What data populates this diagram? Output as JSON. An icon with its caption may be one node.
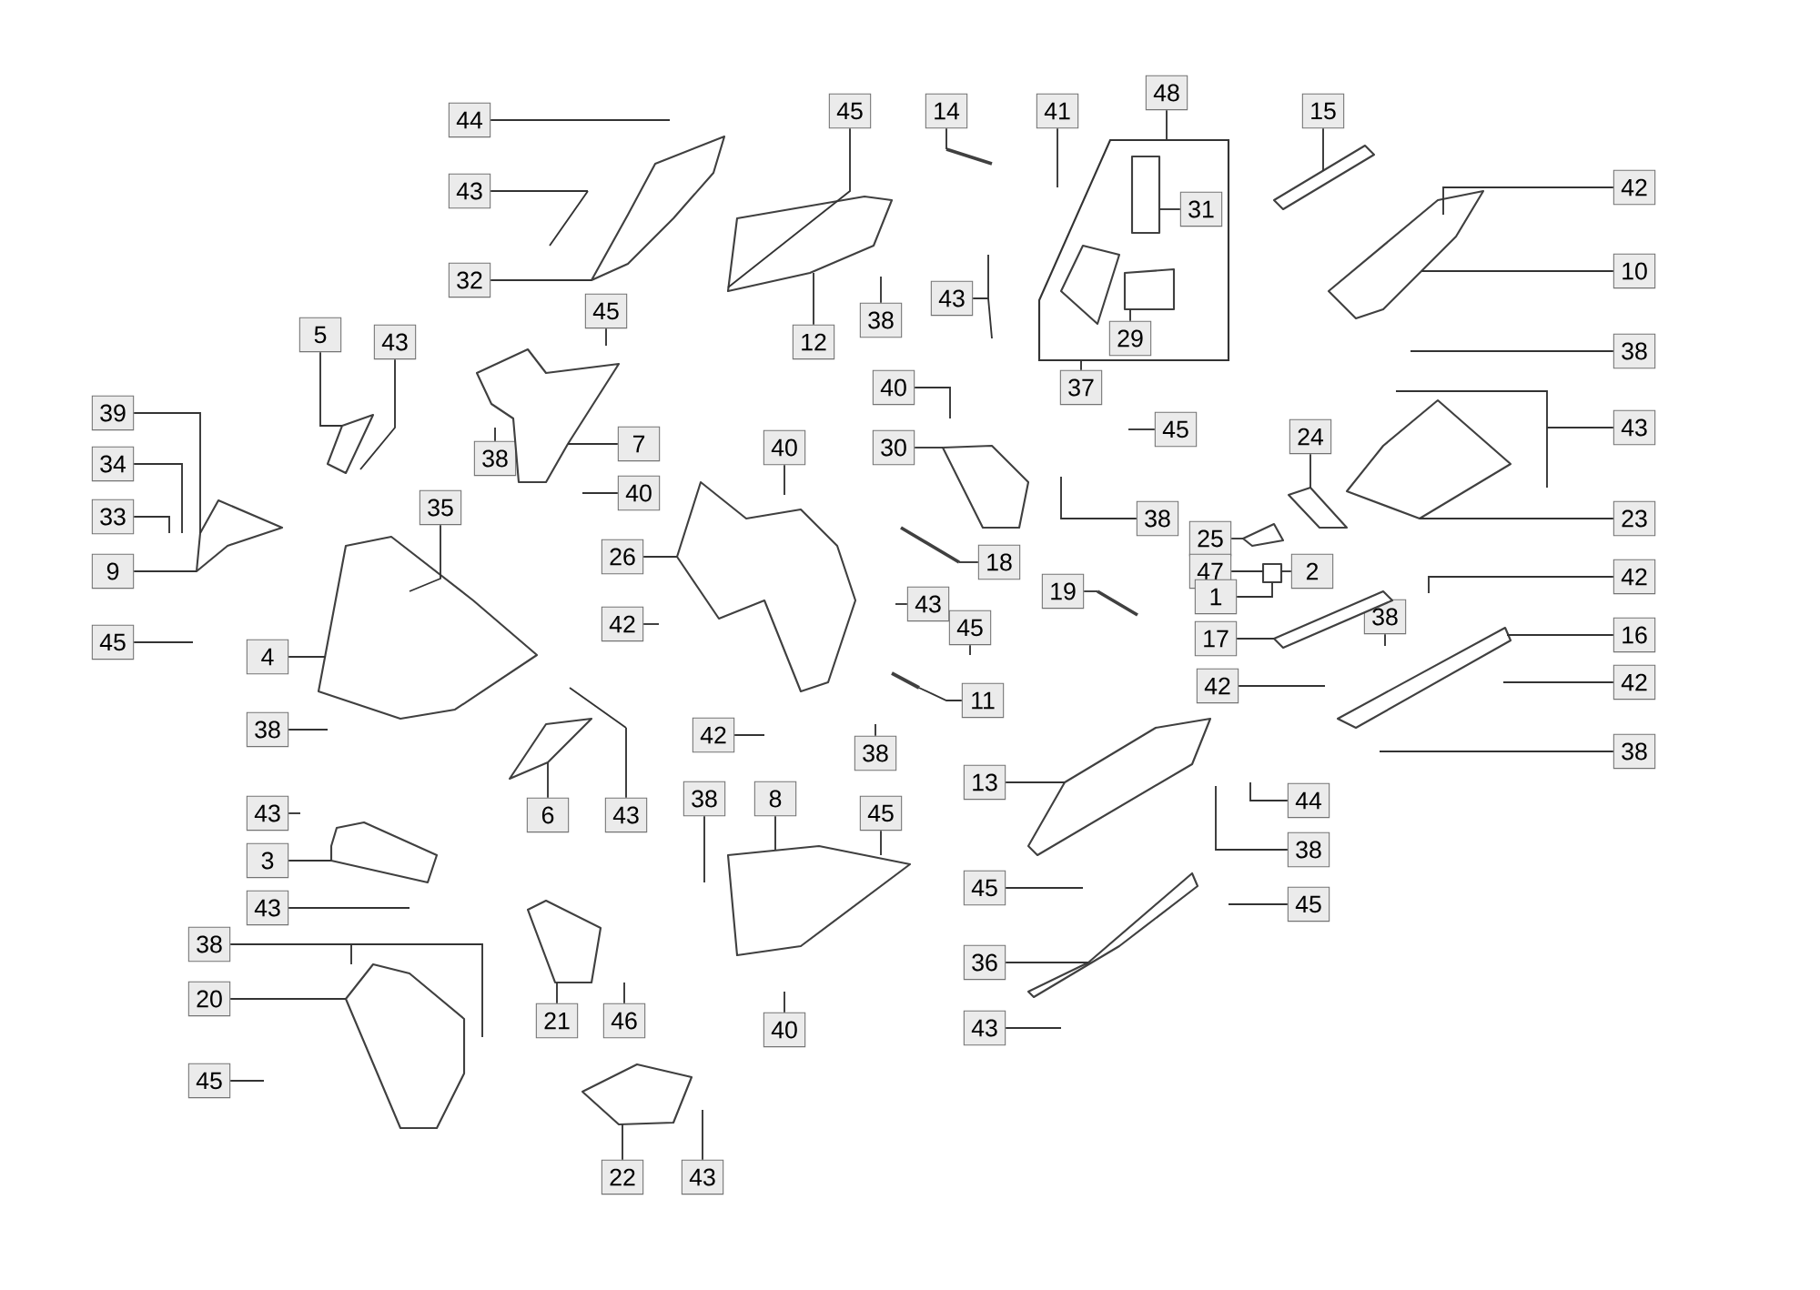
{
  "diagram": {
    "nodes": [
      {
        "text": [],
        "shape": "box"
      },
      {
        "text": [
          "44"
        ]
      },
      {
        "text": [
          "45"
        ]
      },
      {
        "text": [
          "14"
        ]
      },
      {
        "text": [
          "41"
        ]
      },
      {
        "text": [
          "48"
        ]
      },
      {
        "text": [
          "15"
        ]
      },
      {
        "text": [
          "42"
        ]
      },
      {
        "text": [
          "43"
        ]
      },
      {
        "text": [
          "31"
        ],
        "in": 0
      },
      {
        "text": [
          "10"
        ]
      },
      {
        "text": [
          "32"
        ]
      },
      {
        "text": [
          "12"
        ]
      },
      {
        "text": [
          "38"
        ]
      },
      {
        "text": [
          "43"
        ]
      },
      {
        "text": [
          "29"
        ],
        "in": 0
      },
      {
        "text": [
          "5"
        ]
      },
      {
        "text": [
          "43"
        ]
      },
      {
        "text": [
          "45"
        ]
      },
      {
        "text": [
          "38"
        ]
      },
      {
        "text": [
          "37"
        ]
      },
      {
        "text": [
          "40"
        ]
      },
      {
        "text": [
          "24"
        ]
      },
      {
        "text": [
          "45"
        ]
      },
      {
        "text": [
          "43"
        ]
      },
      {
        "text": [
          "39"
        ]
      },
      {
        "text": [
          "7"
        ]
      },
      {
        "text": [
          "30"
        ]
      },
      {
        "text": [
          "40"
        ]
      },
      {
        "text": [
          "34"
        ]
      },
      {
        "text": [
          "38"
        ]
      },
      {
        "text": [
          "35"
        ]
      },
      {
        "text": [
          "40"
        ]
      },
      {
        "text": [
          "33"
        ]
      },
      {
        "text": [
          "38"
        ]
      },
      {
        "text": [
          "18"
        ]
      },
      {
        "text": [
          "23"
        ]
      },
      {
        "text": [
          "26"
        ]
      },
      {
        "text": [
          "9"
        ]
      },
      {
        "text": [
          "25"
        ]
      },
      {
        "text": [
          "47"
        ]
      },
      {
        "text": [
          "2"
        ]
      },
      {
        "text": [
          "19"
        ]
      },
      {
        "text": [
          "1"
        ]
      },
      {
        "text": [
          "42"
        ]
      },
      {
        "text": [
          "43"
        ]
      },
      {
        "text": [
          "42"
        ]
      },
      {
        "text": [
          "17"
        ]
      },
      {
        "text": [
          "38"
        ]
      },
      {
        "text": [
          "16"
        ]
      },
      {
        "text": [
          "45"
        ]
      },
      {
        "text": [
          "45"
        ]
      },
      {
        "text": [
          "4"
        ]
      },
      {
        "text": [
          "42"
        ]
      },
      {
        "text": [
          "42"
        ]
      },
      {
        "text": [
          "11"
        ]
      },
      {
        "text": [
          "38"
        ]
      },
      {
        "text": [
          "42"
        ]
      },
      {
        "text": [
          "38"
        ]
      },
      {
        "text": [
          "38"
        ]
      },
      {
        "text": [
          "6"
        ]
      },
      {
        "text": [
          "43"
        ]
      },
      {
        "text": [
          "13"
        ]
      },
      {
        "text": [
          "44"
        ]
      },
      {
        "text": [
          "38"
        ]
      },
      {
        "text": [
          "8"
        ]
      },
      {
        "text": [
          "45"
        ]
      },
      {
        "text": [
          "43"
        ]
      },
      {
        "text": [
          "3"
        ]
      },
      {
        "text": [
          "38"
        ]
      },
      {
        "text": [
          "43"
        ]
      },
      {
        "text": [
          "45"
        ]
      },
      {
        "text": [
          "45"
        ]
      },
      {
        "text": [
          "38"
        ]
      },
      {
        "text": [
          "36"
        ]
      },
      {
        "text": [
          "20"
        ]
      },
      {
        "text": [
          "21"
        ]
      },
      {
        "text": [
          "46"
        ]
      },
      {
        "text": [
          "40"
        ]
      },
      {
        "text": [
          "43"
        ]
      },
      {
        "text": [
          "45"
        ]
      },
      {
        "text": [
          "22"
        ]
      },
      {
        "text": [
          "43"
        ]
      },
      {
        "text": [],
        "shape": "picture"
      },
      {
        "text": [],
        "shape": "picture"
      },
      {
        "text": [],
        "shape": "picture"
      },
      {
        "text": [],
        "shape": "picture"
      },
      {
        "text": [],
        "shape": "picture",
        "in": 0
      },
      {
        "text": [],
        "shape": "picture",
        "in": 0
      },
      {
        "text": [],
        "shape": "picture"
      },
      {
        "text": [],
        "shape": "picture"
      },
      {
        "text": [],
        "shape": "picture"
      },
      {
        "text": [],
        "shape": "picture"
      },
      {
        "text": [],
        "shape": "picture"
      },
      {
        "text": [],
        "shape": "picture"
      },
      {
        "text": [],
        "shape": "picture"
      },
      {
        "text": [],
        "shape": "picture"
      },
      {
        "text": [],
        "shape": "picture"
      },
      {
        "text": [],
        "shape": "picture"
      },
      {
        "text": [],
        "shape": "picture"
      },
      {
        "text": [],
        "shape": "picture"
      },
      {
        "text": [],
        "shape": "picture"
      },
      {
        "text": [],
        "shape": "picture"
      },
      {
        "text": [],
        "shape": "picture"
      },
      {
        "text": [],
        "shape": "picture"
      },
      {
        "text": [],
        "shape": "picture"
      },
      {
        "text": [],
        "shape": "picture"
      },
      {
        "text": [],
        "shape": "picture"
      },
      {
        "text": [],
        "shape": "picture"
      },
      {
        "text": [],
        "shape": "picture"
      },
      {
        "text": [],
        "shape": "picture"
      },
      {
        "text": [],
        "shape": "picture"
      },
      {
        "text": [],
        "shape": "picture"
      }
    ],
    "edges": [
      {
        "from": 1,
        "to": null,
        "arrow": "none"
      },
      {
        "from": 2,
        "to": 84,
        "arrow": "none"
      },
      {
        "from": 3,
        "to": 109,
        "arrow": "none"
      },
      {
        "from": 4,
        "to": null,
        "arrow": "none"
      },
      {
        "from": 5,
        "to": 0,
        "arrow": "none"
      },
      {
        "from": 6,
        "to": 85,
        "arrow": "none"
      },
      {
        "from": 7,
        "to": 86,
        "arrow": "none"
      },
      {
        "from": 8,
        "to": null,
        "arrow": "none"
      },
      {
        "from": 9,
        "to": 87,
        "arrow": "none"
      },
      {
        "from": 10,
        "to": 86,
        "arrow": "none"
      },
      {
        "from": 11,
        "to": 83,
        "arrow": "none"
      },
      {
        "from": 12,
        "to": 84,
        "arrow": "none"
      },
      {
        "from": 13,
        "to": null,
        "arrow": "none"
      },
      {
        "from": 14,
        "to": null,
        "arrow": "none"
      },
      {
        "from": 15,
        "to": 88,
        "arrow": "none"
      },
      {
        "from": 16,
        "to": 89,
        "arrow": "none"
      },
      {
        "from": 17,
        "to": 89,
        "arrow": "none"
      },
      {
        "from": 18,
        "to": null,
        "arrow": "none"
      },
      {
        "from": 19,
        "to": null,
        "arrow": "none"
      },
      {
        "from": 20,
        "to": 0,
        "arrow": "none"
      },
      {
        "from": 21,
        "to": null,
        "arrow": "none"
      },
      {
        "from": 22,
        "to": 96,
        "arrow": "none"
      },
      {
        "from": 23,
        "to": null,
        "arrow": "none"
      },
      {
        "from": 24,
        "to": null,
        "arrow": "none"
      },
      {
        "from": 25,
        "to": 91,
        "arrow": "none"
      },
      {
        "from": 26,
        "to": 90,
        "arrow": "none"
      },
      {
        "from": 27,
        "to": 94,
        "arrow": "none"
      },
      {
        "from": 28,
        "to": 93,
        "arrow": "none"
      },
      {
        "from": 29,
        "to": 91,
        "arrow": "none"
      },
      {
        "from": 30,
        "to": null,
        "arrow": "none"
      },
      {
        "from": 31,
        "to": 92,
        "arrow": "none"
      },
      {
        "from": 32,
        "to": null,
        "arrow": "none"
      },
      {
        "from": 33,
        "to": null,
        "arrow": "none"
      },
      {
        "from": 34,
        "to": null,
        "arrow": "none"
      },
      {
        "from": 35,
        "to": 110,
        "arrow": "none"
      },
      {
        "from": 36,
        "to": 95,
        "arrow": "none"
      },
      {
        "from": 37,
        "to": 93,
        "arrow": "none"
      },
      {
        "from": 38,
        "to": 91,
        "arrow": "none"
      },
      {
        "from": 39,
        "to": 99,
        "arrow": "none"
      },
      {
        "from": 40,
        "to": 100,
        "arrow": "none"
      },
      {
        "from": 41,
        "to": 100,
        "arrow": "none"
      },
      {
        "from": 42,
        "to": 111,
        "arrow": "none"
      },
      {
        "from": 43,
        "to": 100,
        "arrow": "none"
      },
      {
        "from": 44,
        "to": null,
        "arrow": "none"
      },
      {
        "from": 45,
        "to": null,
        "arrow": "none"
      },
      {
        "from": 46,
        "to": null,
        "arrow": "none"
      },
      {
        "from": 47,
        "to": 97,
        "arrow": "none"
      },
      {
        "from": 48,
        "to": null,
        "arrow": "none"
      },
      {
        "from": 49,
        "to": 98,
        "arrow": "none"
      },
      {
        "from": 50,
        "to": null,
        "arrow": "none"
      },
      {
        "from": 51,
        "to": null,
        "arrow": "none"
      },
      {
        "from": 52,
        "to": 92,
        "arrow": "none"
      },
      {
        "from": 53,
        "to": null,
        "arrow": "none"
      },
      {
        "from": 54,
        "to": null,
        "arrow": "none"
      },
      {
        "from": 55,
        "to": 112,
        "arrow": "none"
      },
      {
        "from": 56,
        "to": null,
        "arrow": "none"
      },
      {
        "from": 57,
        "to": null,
        "arrow": "none"
      },
      {
        "from": 58,
        "to": null,
        "arrow": "none"
      },
      {
        "from": 59,
        "to": null,
        "arrow": "none"
      },
      {
        "from": 60,
        "to": 101,
        "arrow": "none"
      },
      {
        "from": 61,
        "to": null,
        "arrow": "none"
      },
      {
        "from": 62,
        "to": 107,
        "arrow": "none"
      },
      {
        "from": 63,
        "to": null,
        "arrow": "none"
      },
      {
        "from": 64,
        "to": null,
        "arrow": "none"
      },
      {
        "from": 65,
        "to": 105,
        "arrow": "none"
      },
      {
        "from": 66,
        "to": 105,
        "arrow": "none"
      },
      {
        "from": 67,
        "to": null,
        "arrow": "none"
      },
      {
        "from": 68,
        "to": 102,
        "arrow": "none"
      },
      {
        "from": 69,
        "to": null,
        "arrow": "none"
      },
      {
        "from": 70,
        "to": null,
        "arrow": "none"
      },
      {
        "from": 71,
        "to": null,
        "arrow": "none"
      },
      {
        "from": 72,
        "to": null,
        "arrow": "none"
      },
      {
        "from": 73,
        "to": 103,
        "arrow": "none"
      },
      {
        "from": 74,
        "to": 108,
        "arrow": "none"
      },
      {
        "from": 75,
        "to": 103,
        "arrow": "none"
      },
      {
        "from": 76,
        "to": 104,
        "arrow": "none"
      },
      {
        "from": 77,
        "to": null,
        "arrow": "none"
      },
      {
        "from": 78,
        "to": null,
        "arrow": "none"
      },
      {
        "from": 79,
        "to": null,
        "arrow": "none"
      },
      {
        "from": 80,
        "to": null,
        "arrow": "none"
      },
      {
        "from": 81,
        "to": 106,
        "arrow": "none"
      },
      {
        "from": 82,
        "to": null,
        "arrow": "none"
      }
    ]
  }
}
